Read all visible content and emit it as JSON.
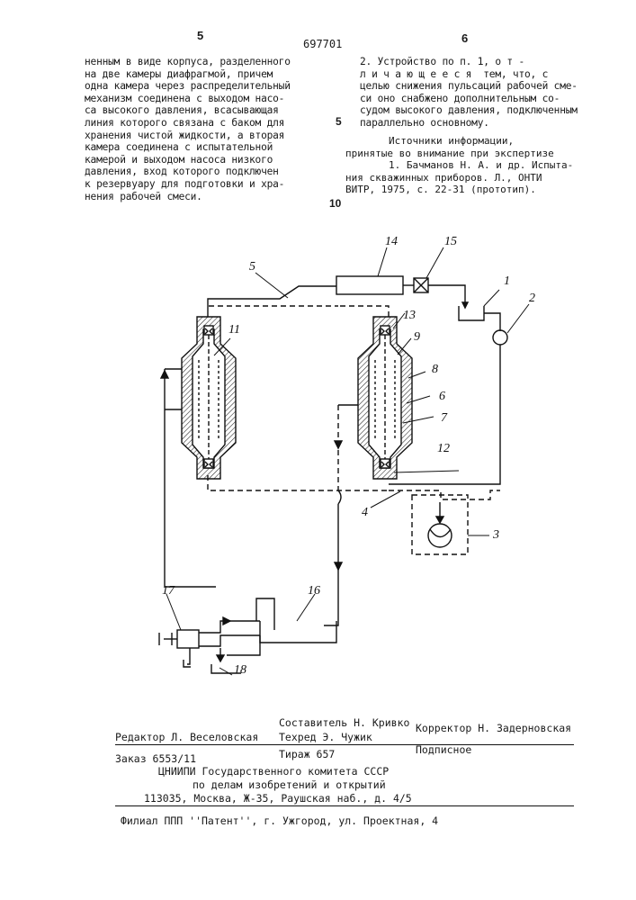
{
  "header": {
    "page_left": "5",
    "doc_number": "697701",
    "page_right": "6"
  },
  "left_column": [
    "ненным в виде корпуса, разделенного",
    "на две камеры диафрагмой, причем",
    "одна камера через распределительный",
    "механизм соединена с выходом насо-",
    "са высокого давления, всасывающая",
    "линия которого связана с баком для",
    "хранения чистой жидкости, а вторая",
    "камера соединена с испытательной",
    "камерой и выходом насоса низкого",
    "давления, вход которого подключен",
    "к резервуару для подготовки и хра-",
    "нения рабочей смеси."
  ],
  "right_column": [
    "2. Устройство по п. 1, о т -",
    "л и ч а ю щ е е с я  тем, что, с",
    "целью снижения пульсаций рабочей сме-",
    "си оно снабжено дополнительным со-",
    "судом высокого давления, подключенным",
    "параллельно основному."
  ],
  "sources": {
    "heading": "Источники информации,",
    "subheading": "принятые во внимание при экспертизе",
    "ref1_line1": "1. Бачманов Н. А. и др. Испыта-",
    "ref1_line2": "ния скважинных приборов. Л., ОНТИ",
    "ref1_line3": "ВИТР, 1975, с. 22-31 (прототип)."
  },
  "line_numbers": {
    "n5": "5",
    "n10": "10"
  },
  "diagram_labels": {
    "l1": "1",
    "l2": "2",
    "l3": "3",
    "l4": "4",
    "l5": "5",
    "l6": "6",
    "l7": "7",
    "l8": "8",
    "l9": "9",
    "l11": "11",
    "l12": "12",
    "l13": "13",
    "l14": "14",
    "l15": "15",
    "l16": "16",
    "l17": "17",
    "l18": "18"
  },
  "footer": {
    "compiler": "Составитель Н. Кривко",
    "editor": "Редактор Л. Веселовская",
    "techred": "Техред Э. Чужик",
    "corrector": "Корректор Н. Задерновская",
    "order": "Заказ 6553/11",
    "circulation": "Тираж 657",
    "subscription": "Подписное",
    "org1": "ЦНИИПИ Государственного комитета СССР",
    "org2": "по делам изобретений и открытий",
    "address": "113035, Москва, Ж-35, Раушская наб., д. 4/5",
    "branch": "Филиал ППП ''Патент'', г. Ужгород, ул. Проектная, 4"
  }
}
